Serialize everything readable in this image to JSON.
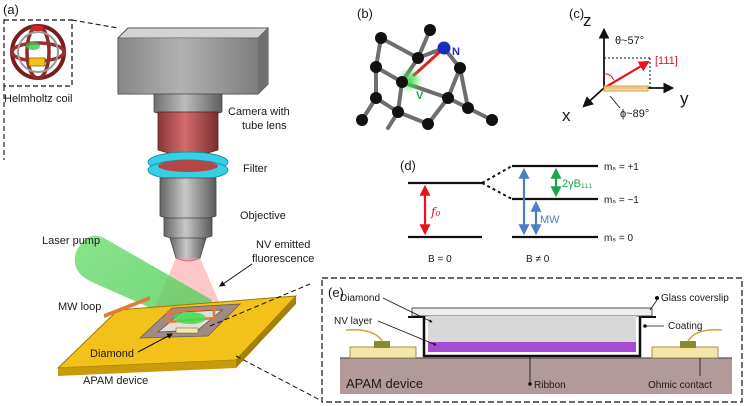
{
  "panel_a": {
    "label": "(a)",
    "helmholtz": "Helmholtz coil",
    "camera_line1": "Camera with",
    "camera_line2": "tube lens",
    "filter": "Filter",
    "objective": "Objective",
    "laser": "Laser pump",
    "nv_line1": "NV emitted",
    "nv_line2": "fluorescence",
    "mw_loop": "MW loop",
    "diamond": "Diamond",
    "apam": "APAM device"
  },
  "panel_b": {
    "label": "(b)",
    "n_atom": "N",
    "v_site": "V"
  },
  "panel_c": {
    "label": "(c)",
    "axis_z": "z",
    "axis_x": "x",
    "axis_y": "y",
    "theta": "θ~57°",
    "direction": "[111]",
    "phi": "ϕ~89°"
  },
  "panel_d": {
    "label": "(d)",
    "ms_plus": "mₛ = +1",
    "ms_minus": "mₛ = −1",
    "ms_zero": "mₛ = 0",
    "f0": "f₀",
    "splitting": "2γB₁₁₁",
    "mw": "MW",
    "b_zero": "B = 0",
    "b_nonzero": "B ≠ 0"
  },
  "panel_e": {
    "label": "(e)",
    "diamond": "Diamond",
    "nv_layer": "NV layer",
    "glass": "Glass coverslip",
    "coating": "Coating",
    "apam": "APAM device",
    "ribbon": "Ribbon",
    "ohmic": "Ohmic contact"
  },
  "colors": {
    "red_arrow": "#e8141c",
    "green_arrow": "#1aa64b",
    "blue_arrow": "#4a7fc8",
    "gold": "#f2c21a",
    "purple_layer": "#a44bd1",
    "laser_green": "#5fe06a",
    "filter_cyan": "#36d0e6"
  }
}
